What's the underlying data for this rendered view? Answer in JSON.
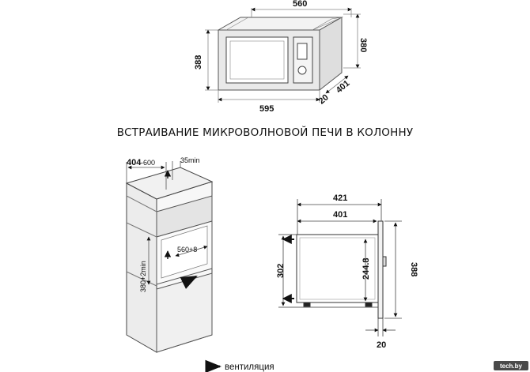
{
  "title": "ВСТРАИВАНИЕ МИКРОВОЛНОВОЙ ПЕЧИ В КОЛОННУ",
  "top_dims": {
    "width": "560",
    "height": "380",
    "front_height": "388",
    "front_width": "595",
    "depth": "401",
    "offset": "20"
  },
  "column_dims": {
    "depth_bold": "404",
    "depth_range": "-600",
    "clearance": "35min",
    "niche_height": "380+2min",
    "niche_width": "560+8"
  },
  "side_dims": {
    "total_depth": "421",
    "inner_depth": "401",
    "body_height": "302",
    "inner_height": "244.8",
    "front_height": "388",
    "bezel": "20"
  },
  "legend": {
    "label": "вентиляция"
  },
  "watermark": "tech.by"
}
